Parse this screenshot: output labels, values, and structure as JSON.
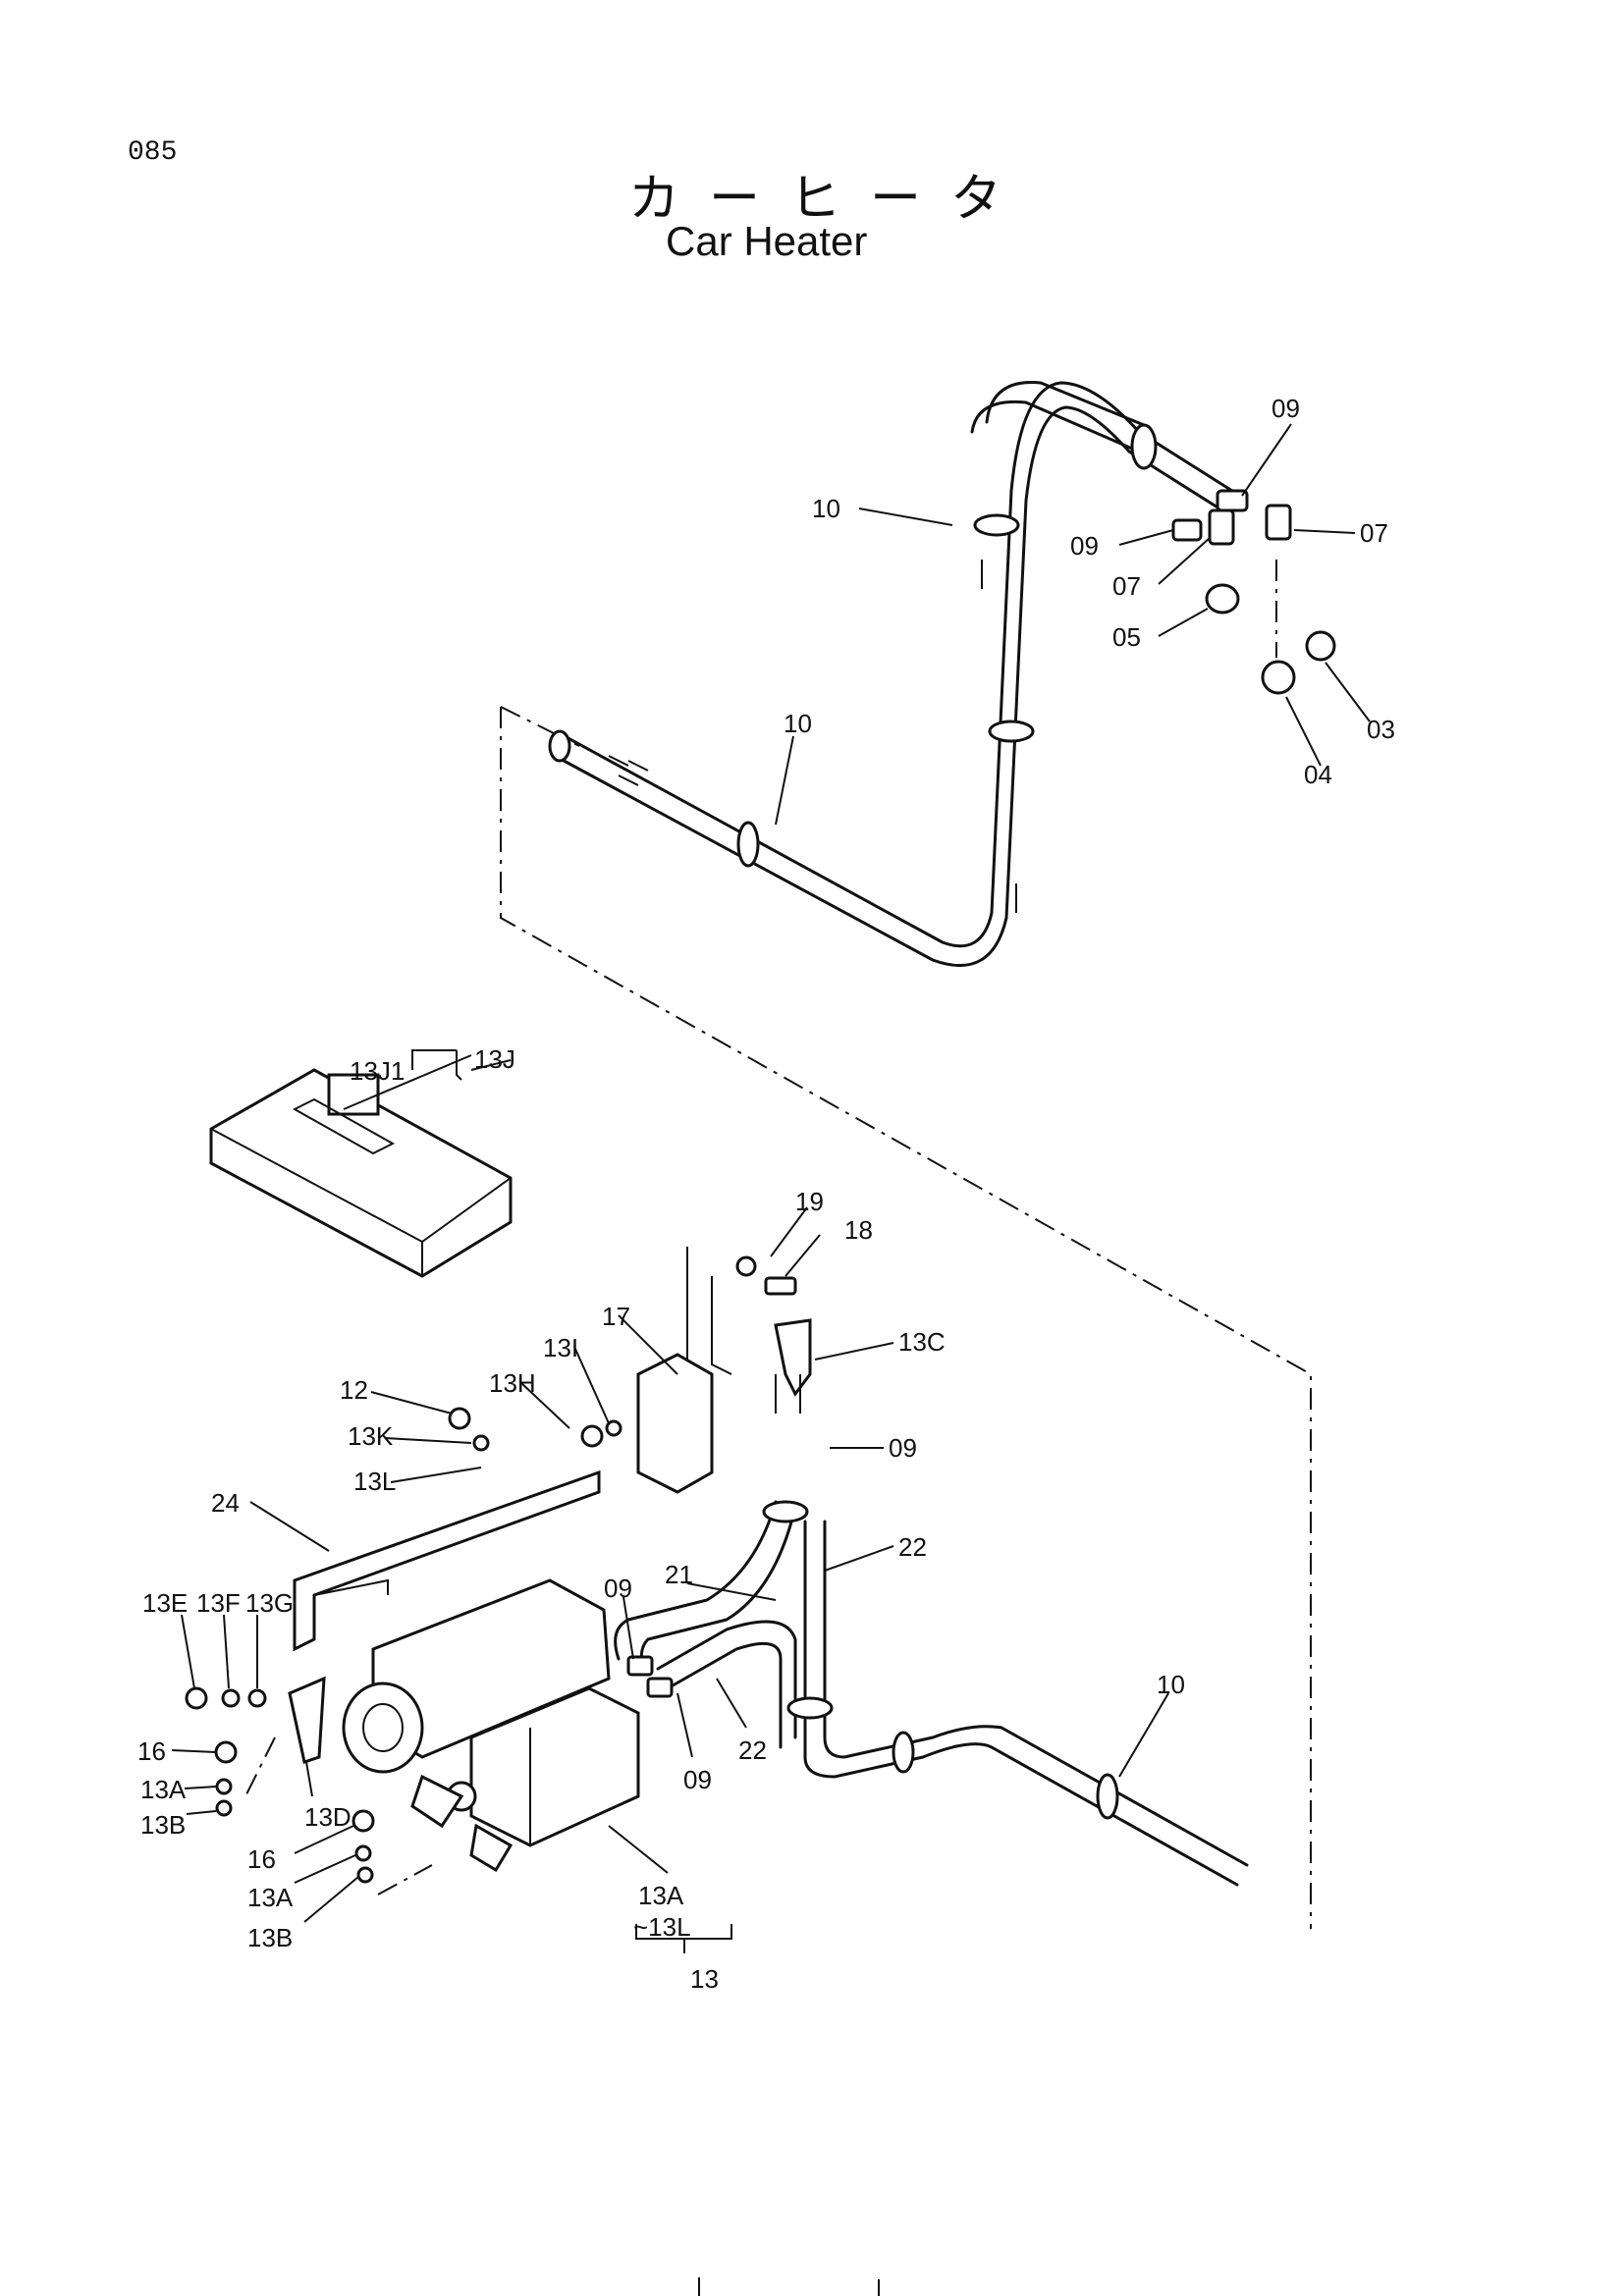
{
  "page_number": "085",
  "title_jp": "カーヒータ",
  "title_en": "Car Heater",
  "labels": [
    {
      "id": "09-a",
      "text": "09"
    },
    {
      "id": "10-a",
      "text": "10"
    },
    {
      "id": "09-b",
      "text": "09"
    },
    {
      "id": "07-a",
      "text": "07"
    },
    {
      "id": "07-b",
      "text": "07"
    },
    {
      "id": "05",
      "text": "05"
    },
    {
      "id": "03",
      "text": "03"
    },
    {
      "id": "04",
      "text": "04"
    },
    {
      "id": "10-b",
      "text": "10"
    },
    {
      "id": "13j1",
      "text": "13J1"
    },
    {
      "id": "13j",
      "text": "13J"
    },
    {
      "id": "19",
      "text": "19"
    },
    {
      "id": "18",
      "text": "18"
    },
    {
      "id": "17",
      "text": "17"
    },
    {
      "id": "13i",
      "text": "13I"
    },
    {
      "id": "13h",
      "text": "13H"
    },
    {
      "id": "13c",
      "text": "13C"
    },
    {
      "id": "12",
      "text": "12"
    },
    {
      "id": "13k",
      "text": "13K"
    },
    {
      "id": "13l",
      "text": "13L"
    },
    {
      "id": "09-c",
      "text": "09"
    },
    {
      "id": "24",
      "text": "24"
    },
    {
      "id": "21",
      "text": "21"
    },
    {
      "id": "22-a",
      "text": "22"
    },
    {
      "id": "09-d",
      "text": "09"
    },
    {
      "id": "13e",
      "text": "13E"
    },
    {
      "id": "13f",
      "text": "13F"
    },
    {
      "id": "13g",
      "text": "13G"
    },
    {
      "id": "10-c",
      "text": "10"
    },
    {
      "id": "16-a",
      "text": "16"
    },
    {
      "id": "13a-a",
      "text": "13A"
    },
    {
      "id": "13b-a",
      "text": "13B"
    },
    {
      "id": "13d",
      "text": "13D"
    },
    {
      "id": "09-e",
      "text": "09"
    },
    {
      "id": "22-b",
      "text": "22"
    },
    {
      "id": "16-b",
      "text": "16"
    },
    {
      "id": "13a-b",
      "text": "13A"
    },
    {
      "id": "13b-b",
      "text": "13B"
    },
    {
      "id": "13a-range-start",
      "text": "13A"
    },
    {
      "id": "13a-range-end",
      "text": "~13L"
    },
    {
      "id": "13",
      "text": "13"
    }
  ]
}
